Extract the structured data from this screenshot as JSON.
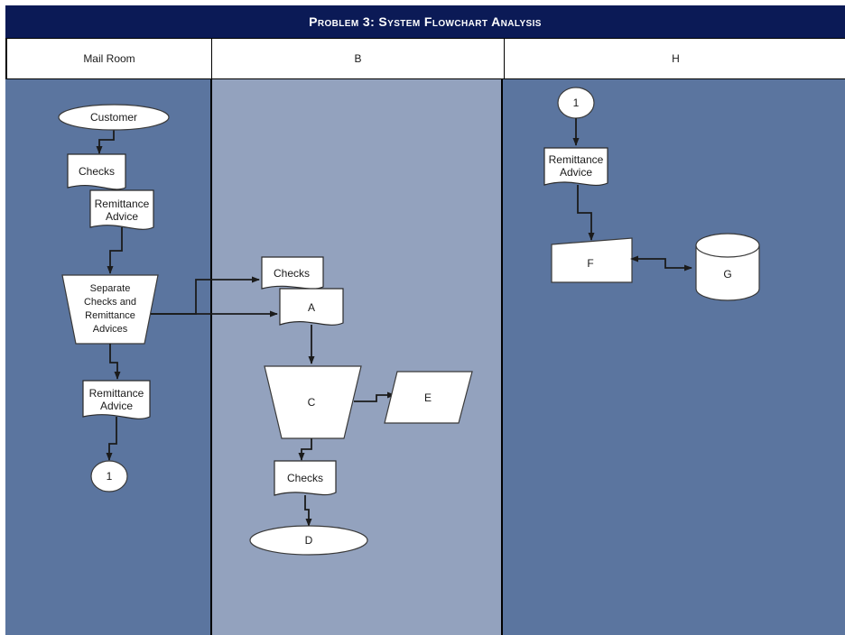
{
  "title": "Problem 3: System Flowchart Analysis",
  "colors": {
    "title_bar": "#0B1A56",
    "title_text": "#FFFFFF",
    "lane_outer": "#5B759F",
    "lane_middle": "#93A2BE",
    "shape_fill": "#FFFFFF",
    "shape_stroke": "#3A3A3A",
    "connector": "#1B1B1B"
  },
  "columns": [
    {
      "id": "mail-room",
      "label": "Mail Room"
    },
    {
      "id": "b",
      "label": "B"
    },
    {
      "id": "h",
      "label": "H"
    }
  ],
  "chart_data": {
    "type": "diagram",
    "diagram_kind": "cross-functional-swimlane-flowchart",
    "title": "Problem 3: System Flowchart Analysis",
    "lanes": [
      "Mail Room",
      "B",
      "H"
    ],
    "nodes": [
      {
        "id": "customer",
        "lane": "Mail Room",
        "label": "Customer",
        "shape": "terminator-ellipse"
      },
      {
        "id": "checks-1",
        "lane": "Mail Room",
        "label": "Checks",
        "shape": "document"
      },
      {
        "id": "remit-advice-1",
        "lane": "Mail Room",
        "label": "Remittance Advice",
        "shape": "document"
      },
      {
        "id": "separate",
        "lane": "Mail Room",
        "label": "Separate Checks and Remittance Advices",
        "shape": "manual-operation-trapezoid"
      },
      {
        "id": "remit-advice-2",
        "lane": "Mail Room",
        "label": "Remittance Advice",
        "shape": "document"
      },
      {
        "id": "connector-1-left",
        "lane": "Mail Room",
        "label": "1",
        "shape": "on-page-connector"
      },
      {
        "id": "checks-2",
        "lane": "B",
        "label": "Checks",
        "shape": "document"
      },
      {
        "id": "node-a",
        "lane": "B",
        "label": "A",
        "shape": "document"
      },
      {
        "id": "node-c",
        "lane": "B",
        "label": "C",
        "shape": "manual-operation-trapezoid"
      },
      {
        "id": "node-e",
        "lane": "B",
        "label": "E",
        "shape": "parallelogram-data"
      },
      {
        "id": "checks-3",
        "lane": "B",
        "label": "Checks",
        "shape": "document"
      },
      {
        "id": "node-d",
        "lane": "B",
        "label": "D",
        "shape": "terminator-ellipse"
      },
      {
        "id": "connector-1-right",
        "lane": "H",
        "label": "1",
        "shape": "on-page-connector"
      },
      {
        "id": "remit-advice-3",
        "lane": "H",
        "label": "Remittance Advice",
        "shape": "document"
      },
      {
        "id": "node-f",
        "lane": "H",
        "label": "F",
        "shape": "manual-input-quadrilateral"
      },
      {
        "id": "node-g",
        "lane": "H",
        "label": "G",
        "shape": "database-cylinder"
      }
    ],
    "edges": [
      {
        "from": "customer",
        "to": "checks-1",
        "direction": "one-way"
      },
      {
        "from": "remit-advice-1",
        "to": "separate",
        "direction": "one-way"
      },
      {
        "from": "separate",
        "to": "checks-2",
        "direction": "one-way"
      },
      {
        "from": "separate",
        "to": "node-a",
        "direction": "one-way"
      },
      {
        "from": "separate",
        "to": "remit-advice-2",
        "direction": "one-way"
      },
      {
        "from": "remit-advice-2",
        "to": "connector-1-left",
        "direction": "one-way"
      },
      {
        "from": "node-a",
        "to": "node-c",
        "direction": "one-way"
      },
      {
        "from": "node-c",
        "to": "node-e",
        "direction": "one-way"
      },
      {
        "from": "node-c",
        "to": "checks-3",
        "direction": "one-way"
      },
      {
        "from": "checks-3",
        "to": "node-d",
        "direction": "one-way"
      },
      {
        "from": "connector-1-right",
        "to": "remit-advice-3",
        "direction": "one-way"
      },
      {
        "from": "remit-advice-3",
        "to": "node-f",
        "direction": "one-way"
      },
      {
        "from": "node-f",
        "to": "node-g",
        "direction": "two-way"
      }
    ]
  },
  "labels": {
    "customer": "Customer",
    "checks_1": "Checks",
    "remittance_advice_1_line1": "Remittance",
    "remittance_advice_1_line2": "Advice",
    "separate_line1": "Separate",
    "separate_line2": "Checks and",
    "separate_line3": "Remittance",
    "separate_line4": "Advices",
    "remittance_advice_2_line1": "Remittance",
    "remittance_advice_2_line2": "Advice",
    "connector_left": "1",
    "checks_2": "Checks",
    "node_a": "A",
    "node_c": "C",
    "node_e": "E",
    "checks_3": "Checks",
    "node_d": "D",
    "connector_right": "1",
    "remittance_advice_3_line1": "Remittance",
    "remittance_advice_3_line2": "Advice",
    "node_f": "F",
    "node_g": "G"
  }
}
